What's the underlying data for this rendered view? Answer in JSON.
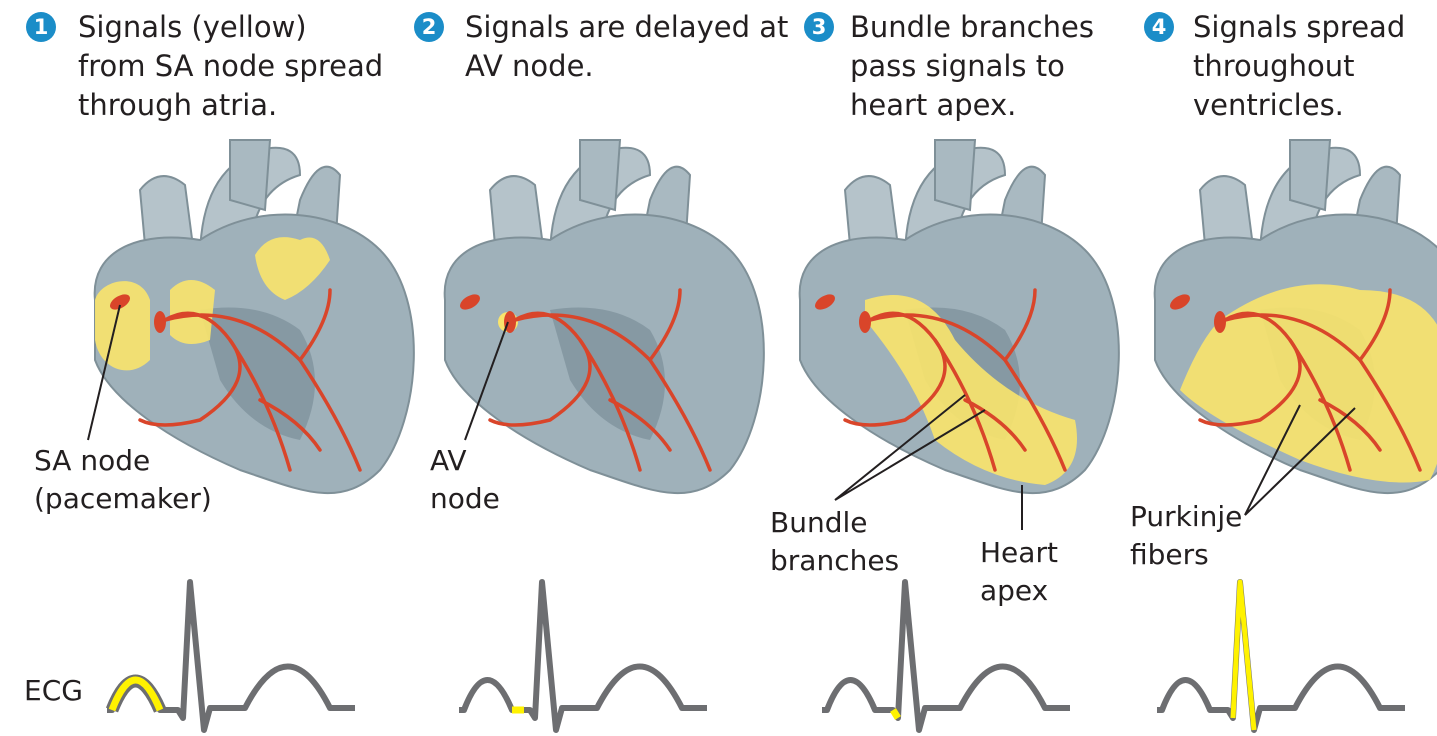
{
  "panels": [
    {
      "number": "1",
      "caption": [
        "Signals (yellow)",
        "from SA node spread",
        "through atria."
      ],
      "labels": [
        "SA node",
        "(pacemaker)"
      ]
    },
    {
      "number": "2",
      "caption": [
        "Signals are delayed at",
        "AV node."
      ],
      "labels": [
        "AV",
        "node"
      ]
    },
    {
      "number": "3",
      "caption": [
        "Bundle branches",
        "pass signals to",
        "heart apex."
      ],
      "labels": [
        "Bundle",
        "branches"
      ],
      "labels2": [
        "Heart",
        "apex"
      ]
    },
    {
      "number": "4",
      "caption": [
        "Signals spread",
        "throughout",
        "ventricles."
      ],
      "labels": [
        "Purkinje",
        "fibers"
      ]
    }
  ],
  "ecg_label": "ECG",
  "colors": {
    "badge": "#1b8dc8",
    "heart": "#9fb1ba",
    "signal": "#f9e46c",
    "fiber": "#d9452a",
    "ecg": "#6d6e71",
    "ecg_highlight": "#fff200"
  }
}
